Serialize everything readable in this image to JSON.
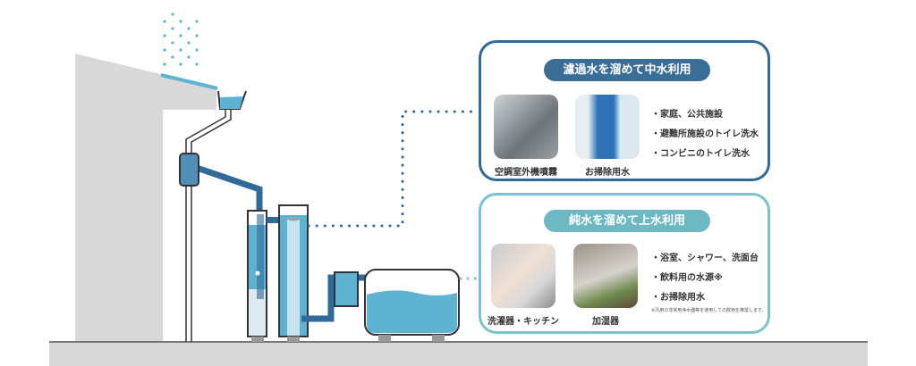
{
  "top_card": {
    "title": "濾過水を溜めて中水利用",
    "photos": [
      {
        "caption": "空調室外機噴霧"
      },
      {
        "caption": "お掃除用水"
      }
    ],
    "uses": [
      "・家庭、公共施設",
      "・避難所施設のトイレ洗水",
      "・コンビニのトイレ洗水"
    ]
  },
  "bottom_card": {
    "title": "純水を溜めて上水利用",
    "photos": [
      {
        "caption": "洗濯器・キッチン"
      },
      {
        "caption": "加湿器"
      }
    ],
    "uses": [
      "・浴室、シャワー、洗面台",
      "・飲料用の水源※",
      "・お掃除用水"
    ],
    "note": "※汎用の非常用浄水器等を使用しての飲用を推奨します。"
  },
  "colors": {
    "dark_blue": "#2f6a98",
    "water": "#5db3d1",
    "light_teal": "#78c3cd",
    "gray": "#d9d9d9"
  }
}
